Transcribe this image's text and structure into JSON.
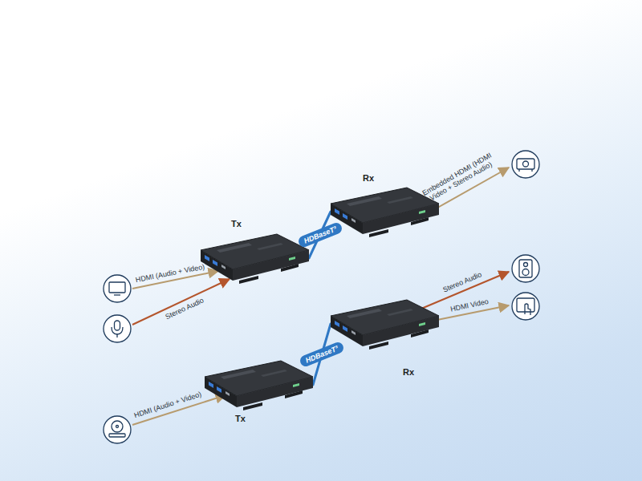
{
  "diagram": {
    "nodes": [
      {
        "text": [
          "Tx"
        ]
      },
      {
        "text": [
          "Rx"
        ]
      },
      {
        "text": [
          "Tx"
        ]
      },
      {
        "text": [
          "Rx"
        ]
      }
    ],
    "edges": [
      {
        "from": 0,
        "to": 1,
        "label": "HDBaseT³",
        "arrow": "none"
      },
      {
        "from": 2,
        "to": 3,
        "label": "HDBaseT³",
        "arrow": "none"
      }
    ],
    "labels": [
      "Embedded HDMI (HDMI Video + Stereo Audio)",
      "HDMI (Audio + Video)",
      "Stereo Audio",
      "Stereo Audio",
      "HDMI Video",
      "HDMI (Audio + Video)"
    ]
  }
}
